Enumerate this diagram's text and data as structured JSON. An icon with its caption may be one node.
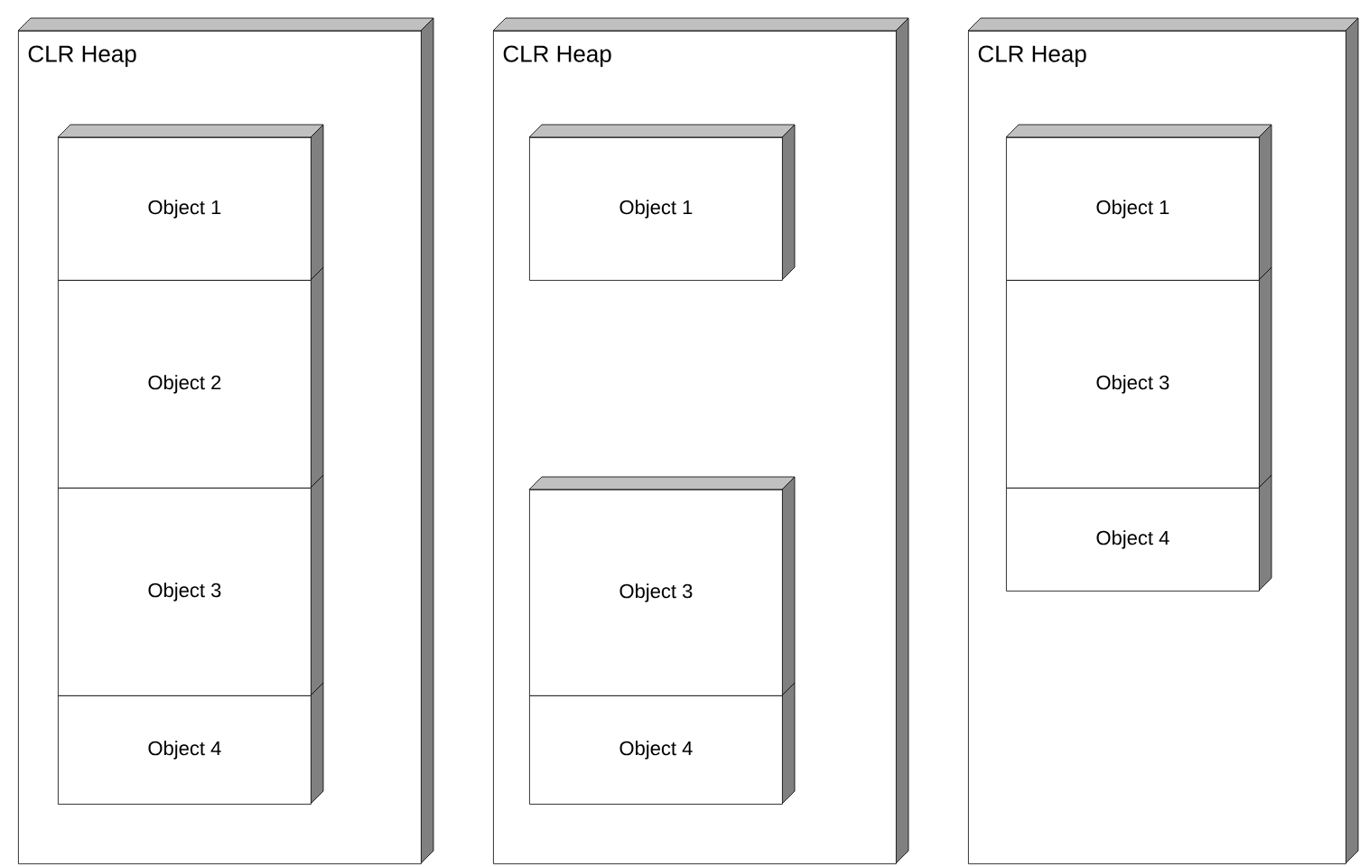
{
  "diagram": {
    "nodes": [
      {
        "text": [
          "CLR Heap"
        ]
      },
      {
        "text": [
          "Object 1"
        ],
        "in": 0
      },
      {
        "text": [
          "Object 2"
        ],
        "in": 0
      },
      {
        "text": [
          "Object 3"
        ],
        "in": 0
      },
      {
        "text": [
          "Object 4"
        ],
        "in": 0
      },
      {
        "text": [
          "CLR Heap"
        ]
      },
      {
        "text": [
          "Object 1"
        ],
        "in": 5
      },
      {
        "text": [
          "Object 3"
        ],
        "in": 5
      },
      {
        "text": [
          "Object 4"
        ],
        "in": 5
      },
      {
        "text": [
          "CLR Heap"
        ]
      },
      {
        "text": [
          "Object 1"
        ],
        "in": 9
      },
      {
        "text": [
          "Object 3"
        ],
        "in": 9
      },
      {
        "text": [
          "Object 4"
        ],
        "in": 9
      }
    ]
  }
}
